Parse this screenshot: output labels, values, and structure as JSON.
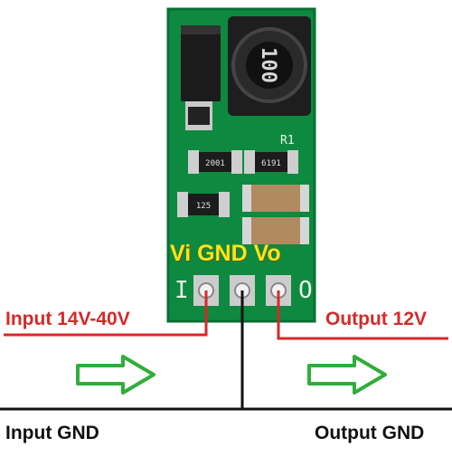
{
  "board": {
    "pin_header_label": "Vi GND Vo",
    "silk_r1": "R1",
    "silk_roman_one": "I",
    "silk_roman_zero": "O",
    "inductor_marking": "100",
    "resistor_codes": [
      "2001",
      "6191",
      "125"
    ]
  },
  "wiring": {
    "input_label": "Input  14V-40V",
    "output_label": "Output 12V",
    "input_gnd_label": "Input GND",
    "output_gnd_label": "Output GND"
  },
  "colors": {
    "pcb": "#0d8a3f",
    "pcb_dark": "#0a6f32",
    "wire_red": "#d42a2a",
    "wire_black": "#111111",
    "arrow_green": "#2fae3a",
    "label_yellow": "#f7e51b"
  },
  "icons": [
    "arrow-right-icon",
    "arrow-right-icon"
  ]
}
